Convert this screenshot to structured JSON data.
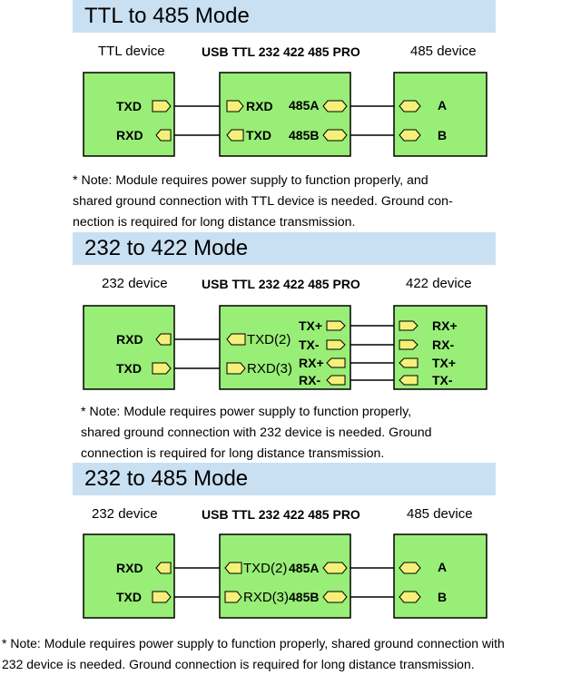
{
  "sections": [
    {
      "title": "TTL to 485 Mode",
      "left_device": "TTL device",
      "module": "USB TTL 232 422 485 PRO",
      "right_device": "485 device",
      "left_pins": [
        "TXD",
        "RXD"
      ],
      "module_left_pins": [
        "RXD",
        "TXD"
      ],
      "module_right_pins": [
        "485A",
        "485B"
      ],
      "right_pins": [
        "A",
        "B"
      ],
      "note": [
        "* Note: Module requires power supply to function properly, and",
        "shared ground connection with TTL device is needed. Ground con-",
        "nection is required for long distance transmission."
      ]
    },
    {
      "title": "232 to 422 Mode",
      "left_device": "232 device",
      "module": "USB TTL 232 422 485 PRO",
      "right_device": "422 device",
      "left_pins": [
        "RXD",
        "TXD"
      ],
      "module_left_pins": [
        "TXD(2)",
        "RXD(3)"
      ],
      "module_right_pins": [
        "TX+",
        "TX-",
        "RX+",
        "RX-"
      ],
      "right_pins": [
        "RX+",
        "RX-",
        "TX+",
        "TX-"
      ],
      "note": [
        "* Note: Module requires power supply to function properly,",
        "shared ground connection with 232 device is needed. Ground",
        "connection is required for long distance transmission."
      ]
    },
    {
      "title": "232 to 485 Mode",
      "left_device": "232 device",
      "module": "USB TTL 232 422 485 PRO",
      "right_device": "485 device",
      "left_pins": [
        "RXD",
        "TXD"
      ],
      "module_left_pins": [
        "TXD(2)",
        "RXD(3)"
      ],
      "module_right_pins": [
        "485A",
        "485B"
      ],
      "right_pins": [
        "A",
        "B"
      ],
      "note": [
        "* Note: Module requires power supply to function properly, shared ground connection with",
        "232 device is needed. Ground connection is required for long distance transmission."
      ]
    }
  ],
  "colors": {
    "box_fill": "#99ee77",
    "pin_fill": "#f5f07a",
    "title_bg": "#c9e0f2"
  }
}
